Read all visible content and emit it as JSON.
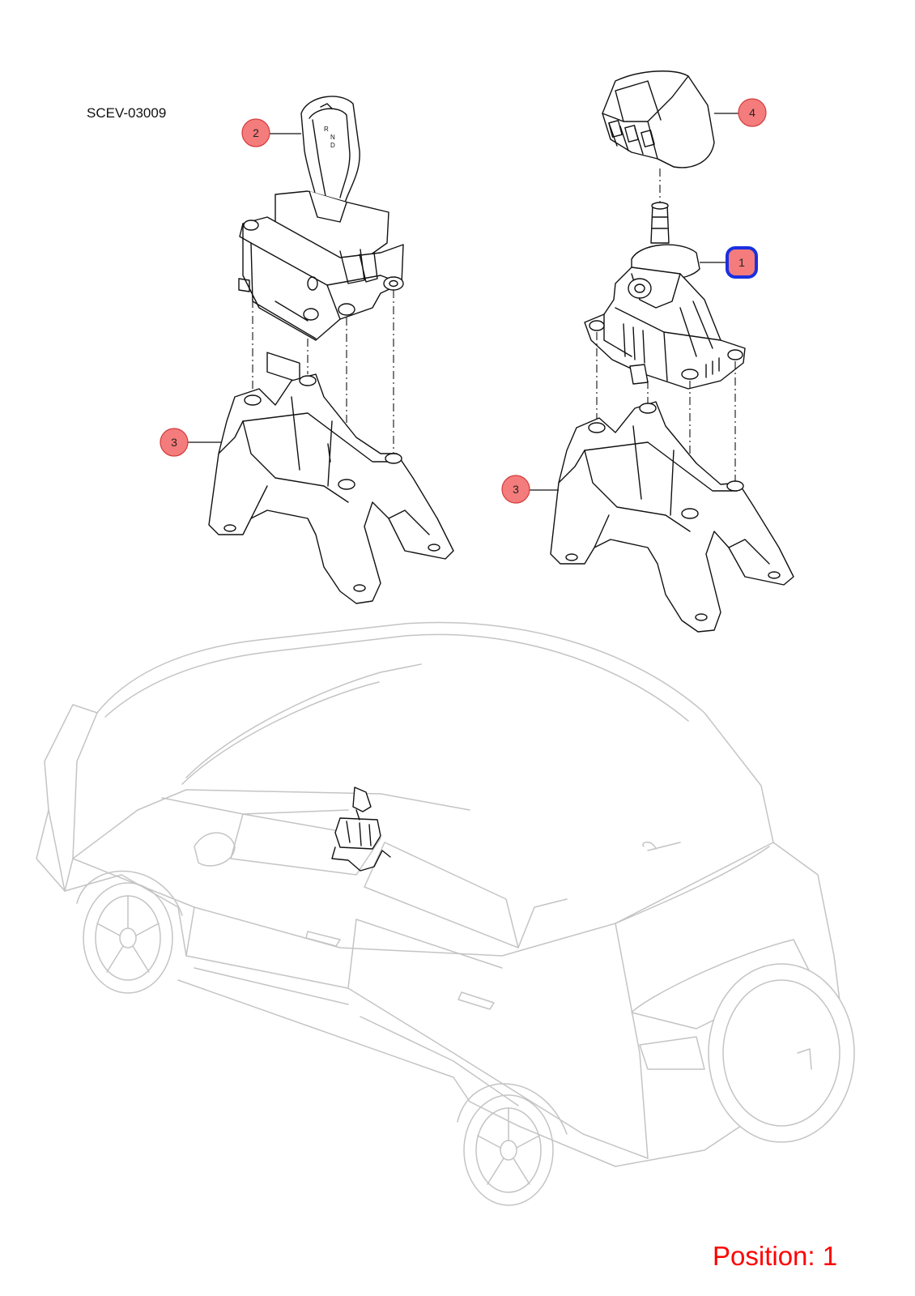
{
  "diagram": {
    "code": "SCEV-03009",
    "position_label": "Position: 1",
    "colors": {
      "callout_fill": "#f47c7c",
      "callout_stroke": "#d23c3c",
      "highlight_fill": "#f47c7c",
      "highlight_stroke": "#1a2fe0",
      "position_text": "#ff0000",
      "vehicle_outline": "#c4c4c4"
    },
    "callouts": [
      {
        "id": "callout-2-left-knob",
        "label": "2",
        "highlighted": false
      },
      {
        "id": "callout-3-left-bracket",
        "label": "3",
        "highlighted": false
      },
      {
        "id": "callout-4-right-knob",
        "label": "4",
        "highlighted": false
      },
      {
        "id": "callout-1-right-shifter",
        "label": "1",
        "highlighted": true
      },
      {
        "id": "callout-3-right-bracket",
        "label": "3",
        "highlighted": false
      }
    ]
  }
}
